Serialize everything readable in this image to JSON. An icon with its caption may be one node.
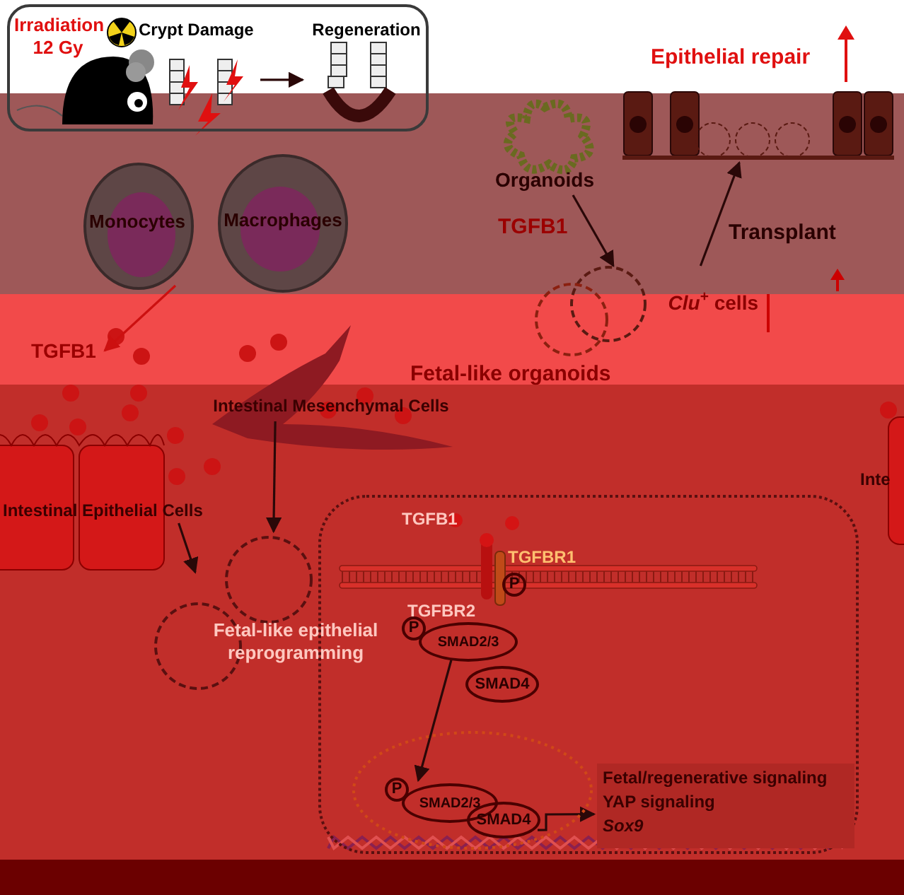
{
  "diagram": {
    "nodes": [
      {
        "text": [],
        "shape": "box"
      },
      {
        "text": [
          "Irradiation 12 Gy"
        ],
        "in": 0
      },
      {
        "text": [
          "Crypt Damage"
        ],
        "in": 0
      },
      {
        "text": [
          "Regeneration"
        ],
        "in": 0
      },
      {
        "text": [
          "Monocytes"
        ]
      },
      {
        "text": [
          "Macrophages"
        ]
      },
      {
        "text": [
          "TGFB1"
        ]
      },
      {
        "text": [
          "Intestinal Mesenchymal Cells"
        ]
      },
      {
        "text": [
          "Intestinal Epithelial Cells"
        ]
      },
      {
        "text": [
          "Fetal-like epithelial reprogramming"
        ]
      },
      {
        "text": [
          "Organoids"
        ]
      },
      {
        "text": [
          "*Clu*$^{+}$ cells"
        ]
      },
      {
        "text": [],
        "shape": "picture"
      },
      {
        "text": [],
        "shape": "box"
      },
      {
        "text": [
          "TGFB1"
        ],
        "in": 13
      },
      {
        "text": [
          "TGFBR1"
        ],
        "in": 13
      },
      {
        "text": [
          "TGFBR2"
        ],
        "in": 13
      },
      {
        "text": [
          "SMAD2/3"
        ],
        "in": 13,
        "beside": [
          "P"
        ]
      },
      {
        "text": [
          "SMAD4"
        ],
        "in": 13
      },
      {
        "text": [],
        "shape": "ellipse",
        "in": 13
      },
      {
        "text": [
          "SMAD2/3"
        ],
        "in": 19,
        "beside": [
          "P"
        ]
      },
      {
        "text": [
          "SMAD4"
        ],
        "in": 19
      },
      {
        "text": [
          "Fetal/regenerative signaling",
          "YAP signaling",
          "*Sox9*"
        ],
        "in": 13
      }
    ],
    "edges": [
      {
        "from": 2,
        "to": 3,
        "arrow": "to"
      },
      {
        "from": 4,
        "to": 6,
        "arrow": "to",
        "color": "#cc1010"
      },
      {
        "from": 7,
        "to": 9,
        "arrow": "to"
      },
      {
        "from": 8,
        "to": 9,
        "arrow": "to"
      },
      {
        "from": 10,
        "to": 11,
        "arrow": "to",
        "label": "TGFB1"
      },
      {
        "from": 11,
        "to": 12,
        "arrow": "to",
        "label": "Transplant"
      },
      {
        "from": 17,
        "to": 20,
        "arrow": "to"
      },
      {
        "from": 21,
        "to": 22,
        "arrow": "to"
      }
    ],
    "labels": [
      "Epithelial repair",
      "Fetal-like organoids",
      "P",
      "Inte"
    ]
  }
}
